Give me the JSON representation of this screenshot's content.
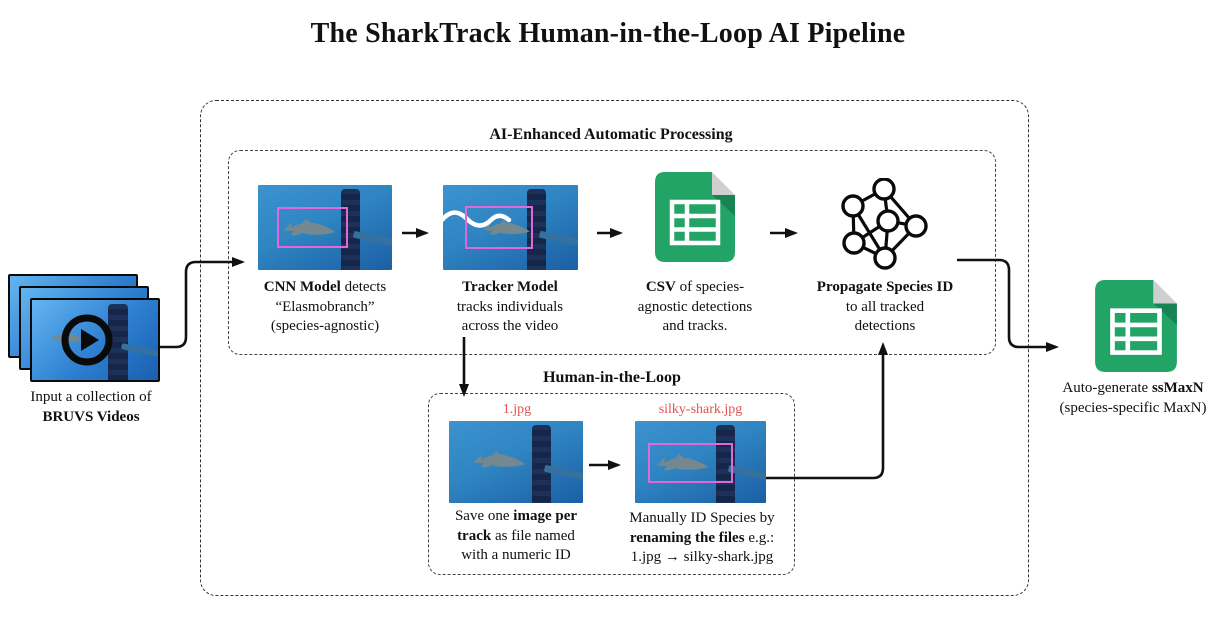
{
  "title": "The SharkTrack Human-in-the-Loop AI Pipeline",
  "ai_section": {
    "label": "AI-Enhanced Automatic Processing"
  },
  "hitl_section": {
    "label": "Human-in-the-Loop"
  },
  "input_caption": {
    "line1": "Input a collection of",
    "line2": "BRUVS Videos"
  },
  "cnn": {
    "bold1": "CNN Model",
    "rest1": " detects",
    "line2": "“Elasmobranch”",
    "line3": "(species-agnostic)"
  },
  "tracker": {
    "line1": "Tracker Model",
    "line2": "tracks individuals",
    "line3": "across the video"
  },
  "csv": {
    "bold1": "CSV",
    "rest1": " of species-",
    "line2": "agnostic detections",
    "line3": "and tracks."
  },
  "propagate": {
    "line1": "Propagate Species ID",
    "line2": "to all tracked",
    "line3": "detections"
  },
  "save_step": {
    "filename": "1.jpg",
    "l1a": "Save one ",
    "l1b": "image per",
    "l2a": "track",
    "l2b": " as file named",
    "line3": "with a numeric ID"
  },
  "rename_step": {
    "filename": "silky-shark.jpg",
    "line1": "Manually ID Species by",
    "l2a": "renaming the files",
    "l2b": " e.g.:",
    "line3": "1.jpg → silky-shark.jpg"
  },
  "output_caption": {
    "l1a": "Auto-generate ",
    "l1b": "ssMaxN",
    "line2": "(species-specific MaxN)"
  },
  "icons": {
    "csv_detections": "spreadsheet-icon",
    "csv_output": "spreadsheet-icon",
    "neural_network": "neural-network-icon",
    "play": "play-icon"
  },
  "colors": {
    "sheet_green": "#23A467",
    "sheet_fold_shadow": "#177A4C",
    "fold_gray": "#CFCFCF",
    "filename_red": "#E0524E",
    "bbox_pink": "#E068D8",
    "arrow_black": "#111111",
    "scene_blue_top": "#3C93CE",
    "scene_blue_bottom": "#1B5FA4",
    "video_blue_light": "#63B5F0",
    "video_blue_dark": "#1A5FAE",
    "pole_navy": "#16254A",
    "shark_gray": "#73898F",
    "track_line_white": "#FFFFFF"
  }
}
